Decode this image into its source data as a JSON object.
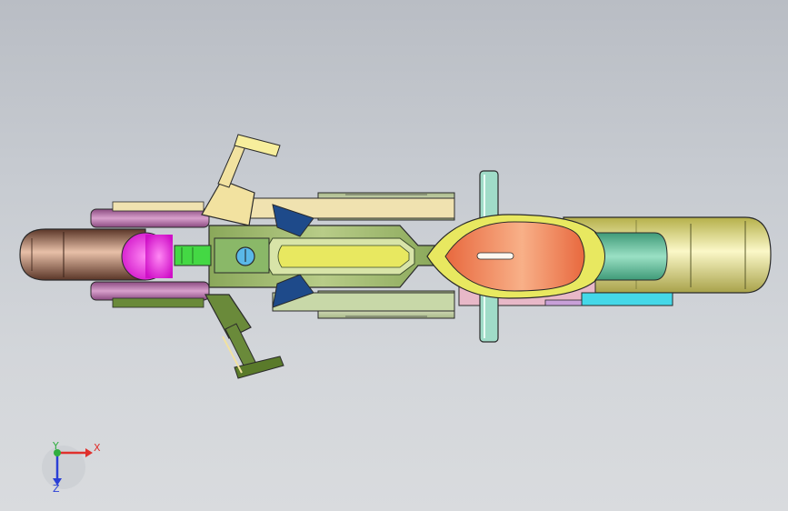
{
  "triad": {
    "x_label": "X",
    "y_label": "Y",
    "z_label": "Z",
    "x_color": "#e0302c",
    "y_color": "#2fae3f",
    "z_color": "#2a3fd6"
  },
  "colors": {
    "background": "#c7cbd1",
    "exhaust_front": "#7a4a3a",
    "exhaust_rear": "#d8d47a",
    "tank": "#f07a4e",
    "frame": "#9bb56a",
    "frame_dark": "#7a9a55",
    "handlebar": "#f2e2a0",
    "handlebar_green": "#6a8a3a",
    "headlight": "#ee22dd",
    "fork": "#a8669a",
    "wheel": "#ccd8a8",
    "fender_pink": "#e8b8c8",
    "seat": "#6fbfa0",
    "cyan_part": "#44d8e8",
    "footpeg": "#a0dcc8",
    "gauge": "#5ab8e8",
    "bracket_blue": "#1e4a8a",
    "outline": "#2a2a2a"
  }
}
